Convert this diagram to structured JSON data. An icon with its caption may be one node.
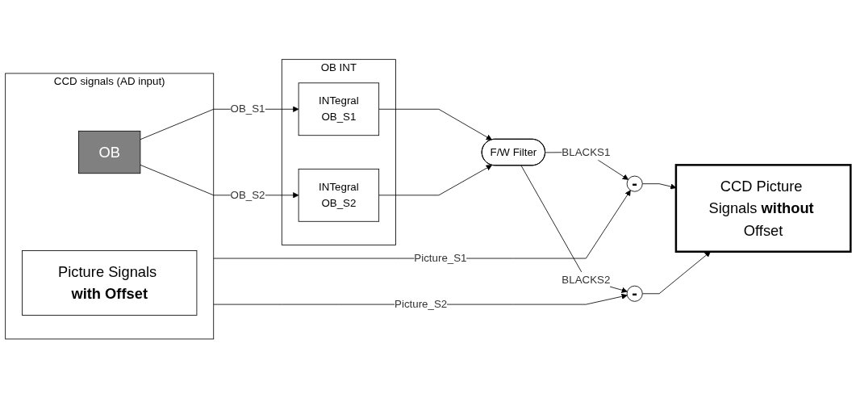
{
  "diagram": {
    "nodes": [
      {
        "text": [
          "CCD signals (AD input)"
        ]
      },
      {
        "text": [
          "Picture Signals **with Offset**"
        ],
        "in": 0
      },
      {
        "text": [
          "OB"
        ],
        "in": 0
      },
      {
        "text": [
          "-"
        ]
      },
      {
        "text": [
          "-"
        ]
      },
      {
        "text": [
          "CCD Picture Signals **without** Offset"
        ]
      },
      {
        "text": [
          "OB INT"
        ]
      },
      {
        "text": [
          "INTegral",
          "OB_S1"
        ],
        "in": 6
      },
      {
        "text": [
          "INTegral",
          "OB_S2"
        ],
        "in": 6
      },
      {
        "text": [
          "F/W Filter"
        ]
      }
    ],
    "edges": [
      {
        "from": 0,
        "to": 3,
        "arrow": "to",
        "label": "Picture_S1"
      },
      {
        "from": 0,
        "to": 4,
        "arrow": "to",
        "label": "Picture_S2"
      },
      {
        "from": 3,
        "to": 5,
        "arrow": "to"
      },
      {
        "from": 4,
        "to": 5,
        "arrow": "to"
      },
      {
        "from": 2,
        "to": 7,
        "arrow": "to",
        "label": "OB_S1"
      },
      {
        "from": 2,
        "to": 8,
        "arrow": "to",
        "label": "OB_S2"
      },
      {
        "from": 7,
        "to": 9,
        "arrow": "to"
      },
      {
        "from": 8,
        "to": 9,
        "arrow": "to"
      },
      {
        "from": 9,
        "to": 3,
        "arrow": "to",
        "label": "BLACKS1"
      },
      {
        "from": 9,
        "to": 4,
        "arrow": "to",
        "label": "BLACKS2"
      }
    ]
  }
}
